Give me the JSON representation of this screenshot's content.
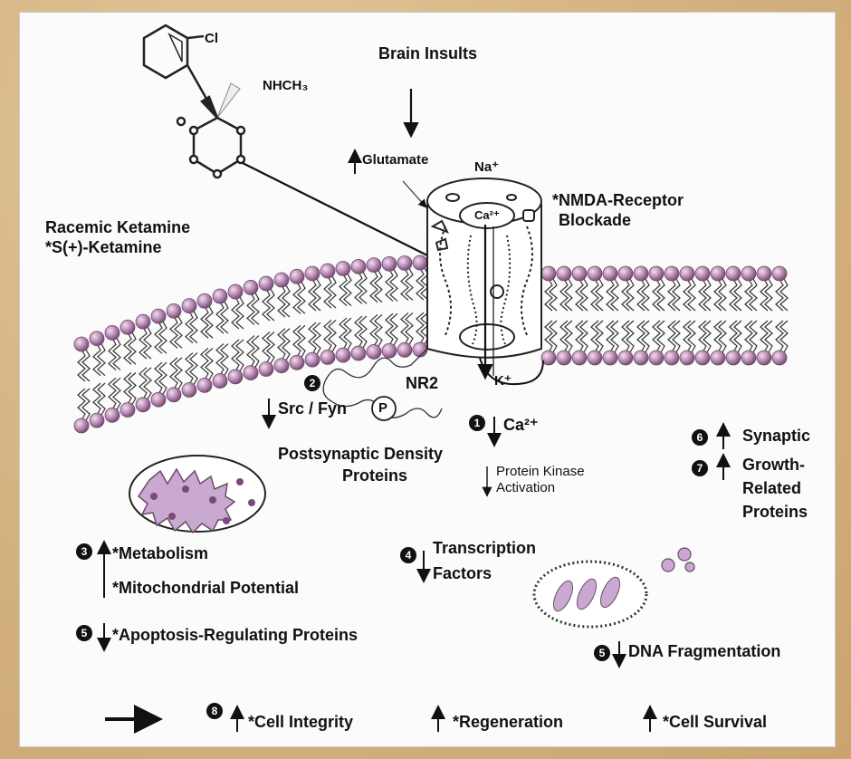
{
  "labels": {
    "brain_insults": "Brain Insults",
    "glutamate": "Glutamate",
    "na": "Na⁺",
    "ca_channel": "Ca²⁺",
    "k": "K⁺",
    "nmda_line1": "*NMDA-Receptor",
    "nmda_line2": "Blockade",
    "racemic": "Racemic Ketamine",
    "s_ketamine": "*S(+)-Ketamine",
    "cl": "Cl",
    "nhch3": "NHCH₃",
    "nr2": "NR2",
    "src_fyn": "Src / Fyn",
    "p": "P",
    "psd_line1": "Postsynaptic Density",
    "psd_line2": "Proteins",
    "ca_effect": "Ca²⁺",
    "pk_line1": "Protein Kinase",
    "pk_line2": "Activation",
    "synaptic": "Synaptic",
    "growth_line1": "Growth-",
    "growth_line2": "Related",
    "growth_line3": "Proteins",
    "metabolism": "*Metabolism",
    "mito": "*Mitochondrial Potential",
    "transcription_line1": "Transcription",
    "transcription_line2": "Factors",
    "apoptosis": "*Apoptosis-Regulating Proteins",
    "dna": "DNA Fragmentation",
    "cell_integrity": "*Cell Integrity",
    "regeneration": "*Regeneration",
    "cell_survival": "*Cell Survival"
  },
  "markers": {
    "m1": "1",
    "m2": "2",
    "m3": "3",
    "m4": "4",
    "m5a": "5",
    "m5b": "5",
    "m6": "6",
    "m7": "7",
    "m8": "8"
  },
  "colors": {
    "background": "#d8b98a",
    "panel": "#fbfbfb",
    "lipid_head": "#b98bb4",
    "mito_fill": "#c9a9cf",
    "ink": "#111111"
  }
}
